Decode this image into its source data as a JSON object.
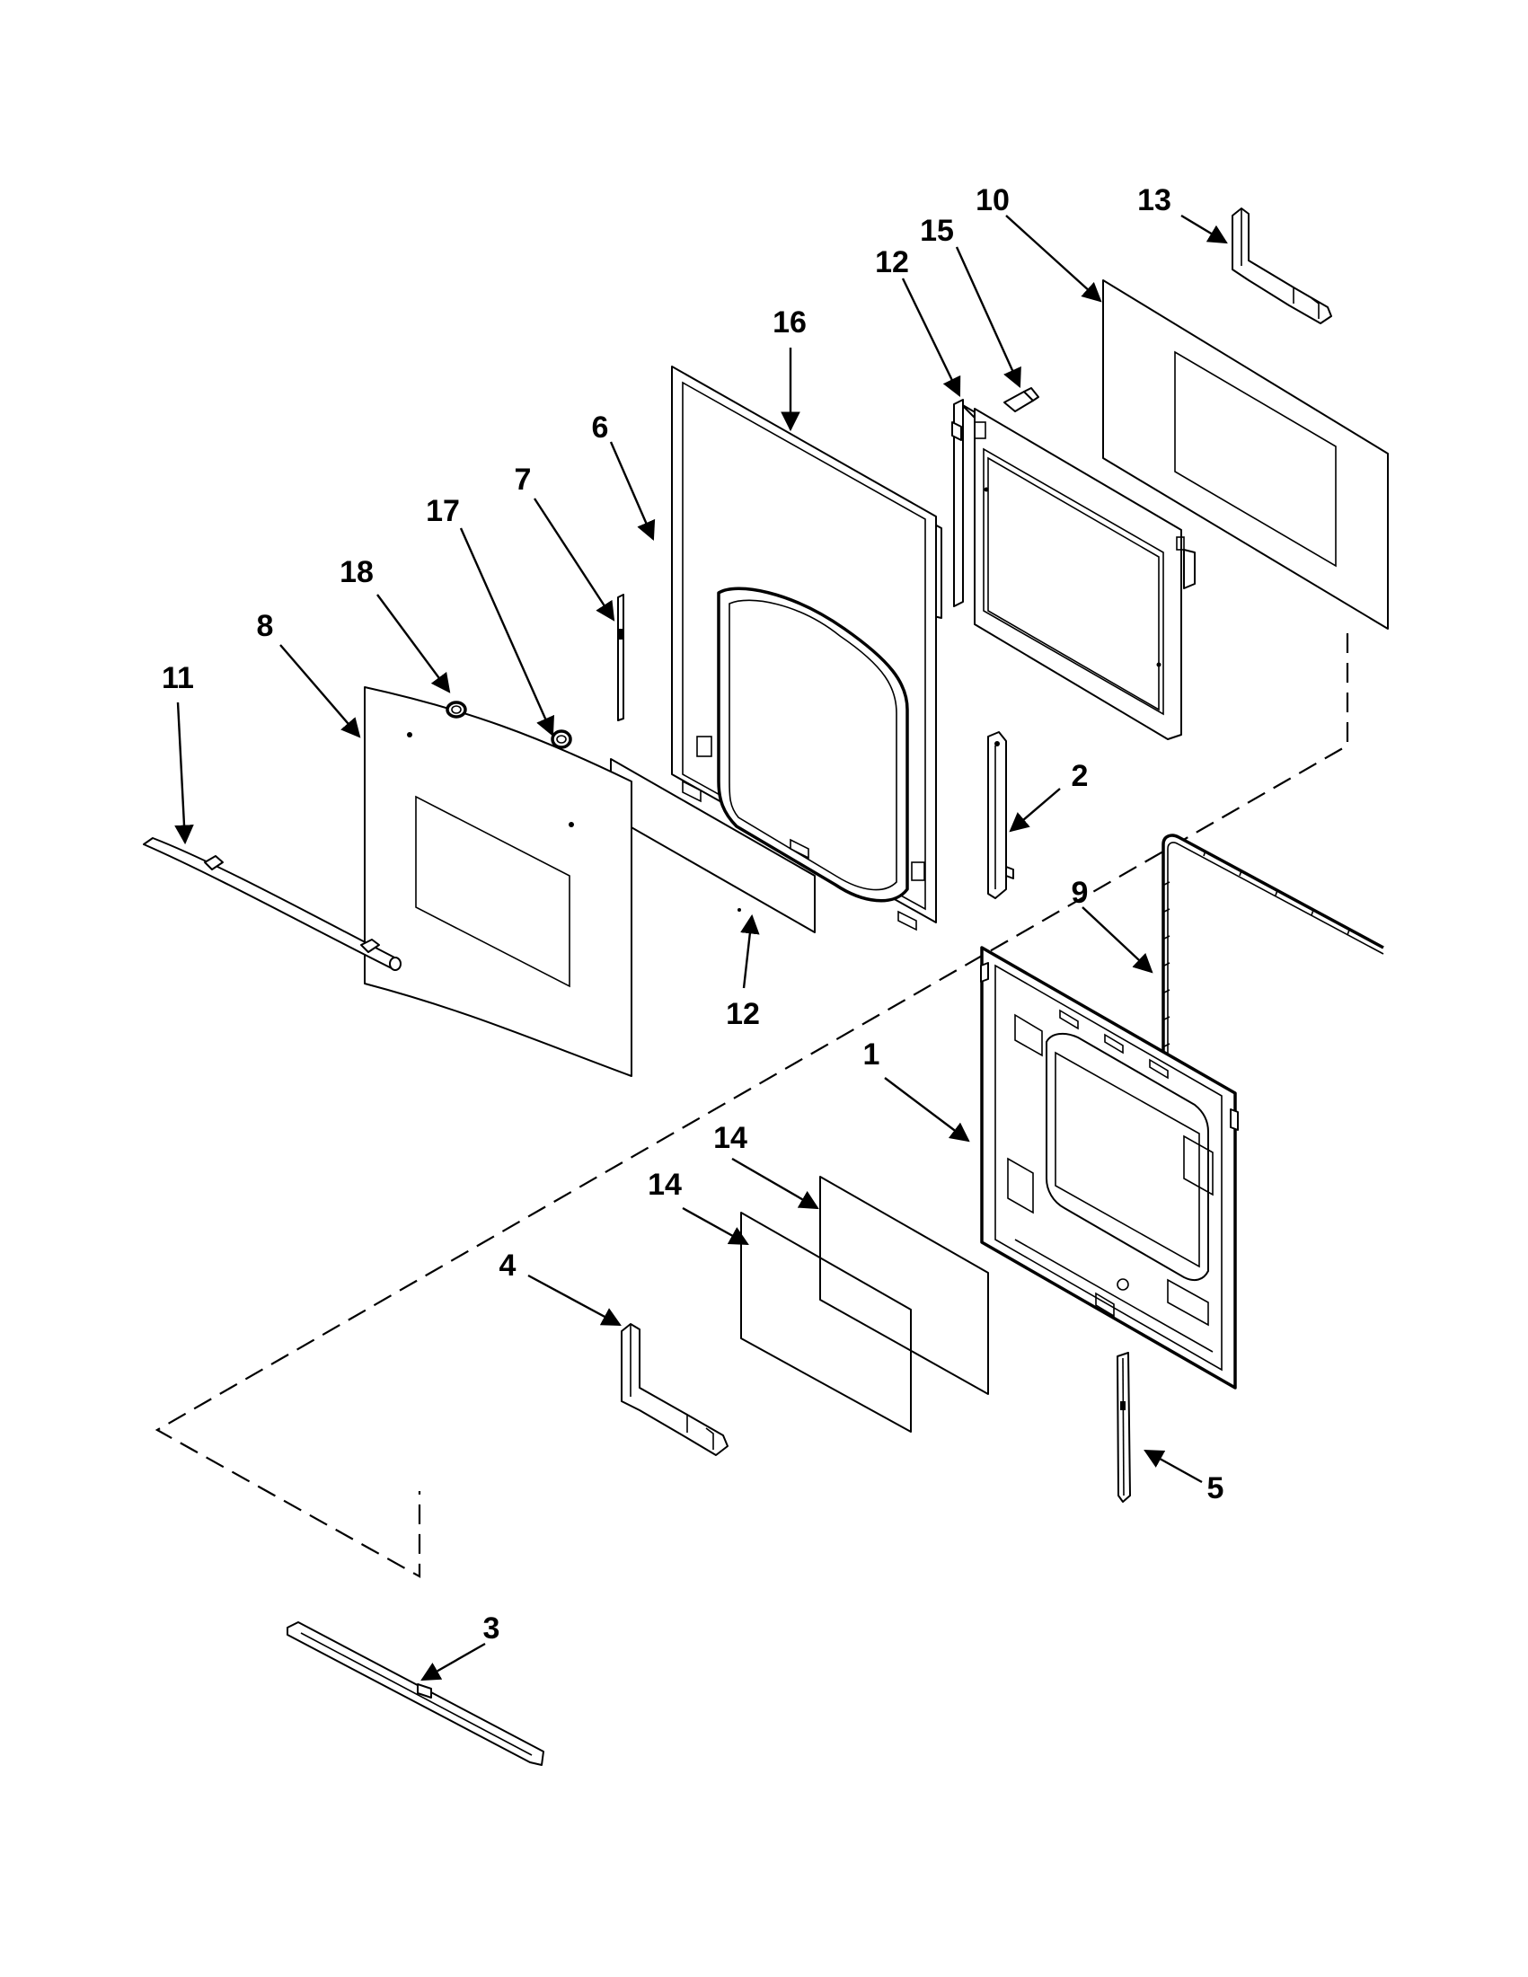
{
  "diagram": {
    "callouts": [
      "1",
      "2",
      "3",
      "4",
      "5",
      "6",
      "7",
      "8",
      "9",
      "10",
      "11",
      "12",
      "12",
      "13",
      "14",
      "14",
      "15",
      "16",
      "17",
      "18"
    ],
    "colors": {
      "ink": "#000000",
      "paper": "#ffffff"
    }
  }
}
